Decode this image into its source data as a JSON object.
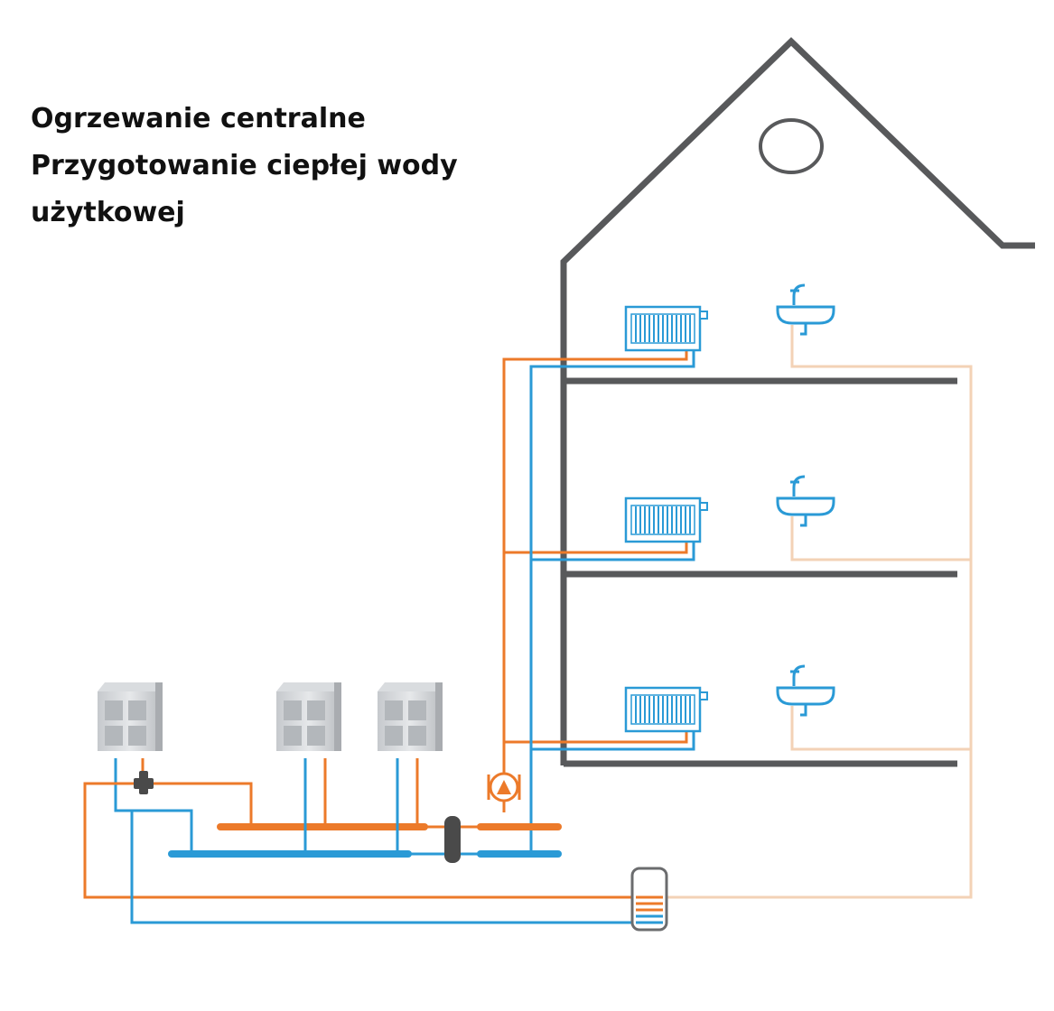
{
  "title": {
    "line1": "Ogrzewanie centralne",
    "line2": "Przygotowanie ciepłej wody",
    "line3": "użytkowej"
  },
  "colors": {
    "house_outline": "#58595b",
    "hot_water_pipe": "#ec7a2a",
    "cold_water_pipe": "#2a9ad6",
    "domestic_water_pipe": "#f3d2b6",
    "fixtures": "#2a9ad6",
    "heat_pump_unit": "#c9ccd0",
    "separator": "#4a4a4a"
  },
  "icons": {
    "radiator": "radiator-icon",
    "sink": "sink-faucet-icon",
    "heat_pump": "outdoor-heat-pump-unit-icon",
    "circulation_pump": "circulation-pump-icon",
    "hydraulic_separator": "hydraulic-separator-icon",
    "dhw_tank": "hot-water-cylinder-icon"
  },
  "floors": [
    {
      "level": "top",
      "radiator": true,
      "sink": true
    },
    {
      "level": "middle",
      "radiator": true,
      "sink": true
    },
    {
      "level": "ground",
      "radiator": true,
      "sink": true
    }
  ],
  "outdoor_units": [
    {
      "id": 1
    },
    {
      "id": 2
    },
    {
      "id": 3
    }
  ]
}
